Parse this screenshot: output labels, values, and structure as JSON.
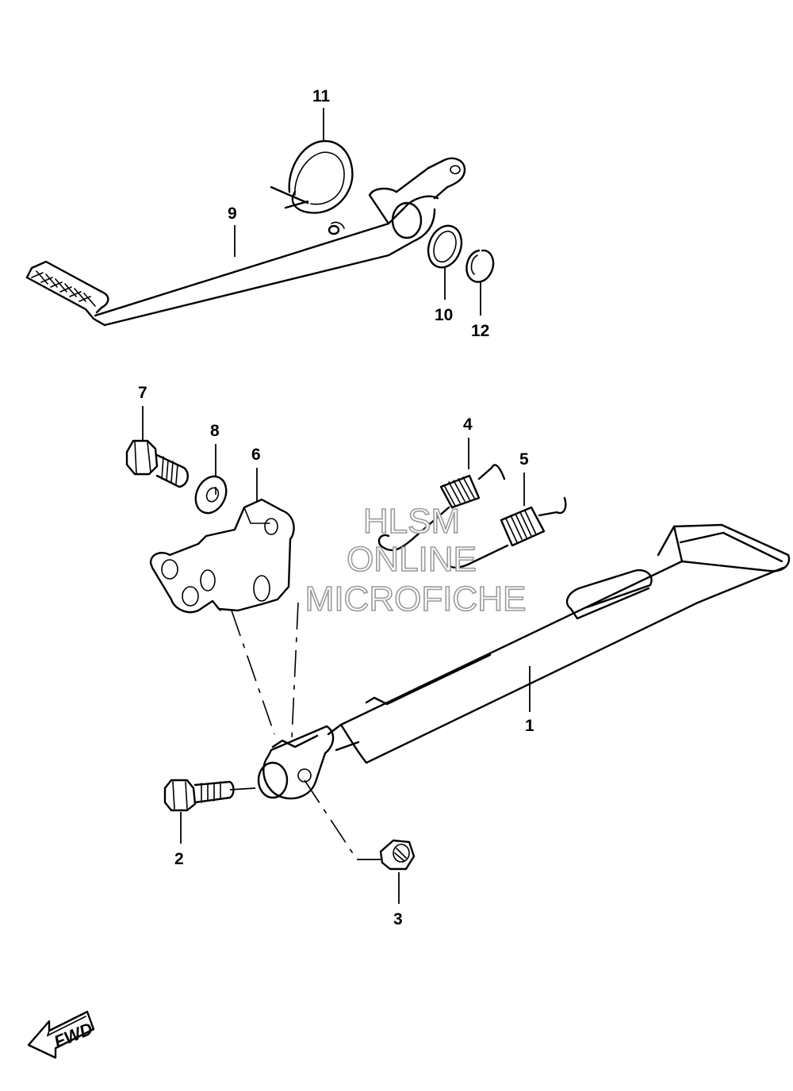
{
  "callouts": {
    "p1": "1",
    "p2": "2",
    "p3": "3",
    "p4": "4",
    "p5": "5",
    "p6": "6",
    "p7": "7",
    "p8": "8",
    "p9": "9",
    "p10": "10",
    "p11": "11",
    "p12": "12"
  },
  "watermark": {
    "line1": "HLSM",
    "line2": "ONLINE",
    "line3": "MICROFICHE"
  },
  "direction": {
    "label": "FWD"
  }
}
